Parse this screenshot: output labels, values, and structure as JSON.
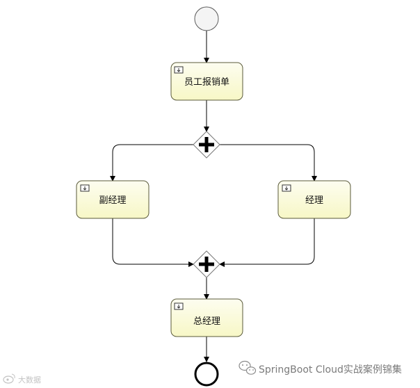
{
  "nodes": {
    "task_employee": {
      "label": "员工报销单"
    },
    "task_deputy": {
      "label": "副经理"
    },
    "task_manager": {
      "label": "经理"
    },
    "task_gm": {
      "label": "总经理"
    }
  },
  "colors": {
    "line": "#000000",
    "task_border": "#5a5a3a",
    "task_fill_top": "#fdfdf0",
    "task_fill_bottom": "#f7f7c6",
    "event_fill": "#f4f4f4",
    "gateway_fill": "#ffffff"
  },
  "icons": {
    "task_type": "user-task-icon",
    "gateway_type": "parallel-gateway-plus-icon"
  },
  "watermark": {
    "text": "SpringBoot Cloud实战案例锦集",
    "left_text": "大数据"
  }
}
